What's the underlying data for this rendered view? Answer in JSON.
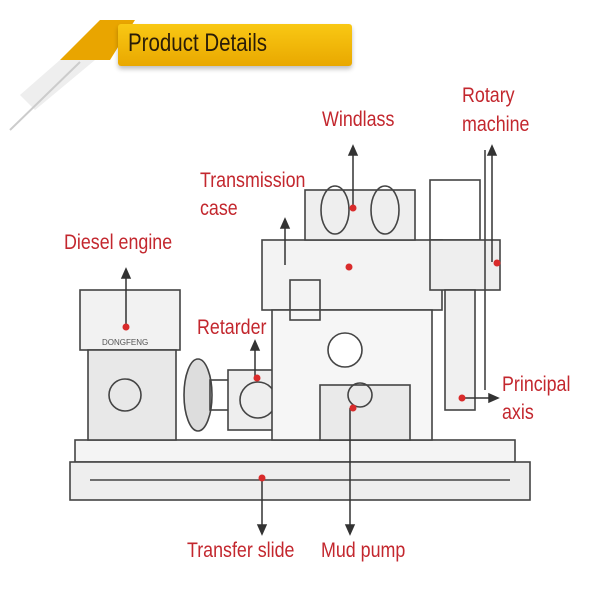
{
  "header": {
    "title": "Product Details"
  },
  "labels": {
    "windlass": "Windlass",
    "rotary_machine_1": "Rotary",
    "rotary_machine_2": "machine",
    "transmission_case_1": "Transmission",
    "transmission_case_2": "case",
    "diesel_engine": "Diesel engine",
    "retarder": "Retarder",
    "principal_axis_1": "Principal",
    "principal_axis_2": "axis",
    "transfer_slide": "Transfer slide",
    "mud_pump": "Mud pump",
    "engine_brand": "DONGFENG"
  },
  "colors": {
    "label": "#c3272e",
    "banner": "#f2b90c"
  }
}
